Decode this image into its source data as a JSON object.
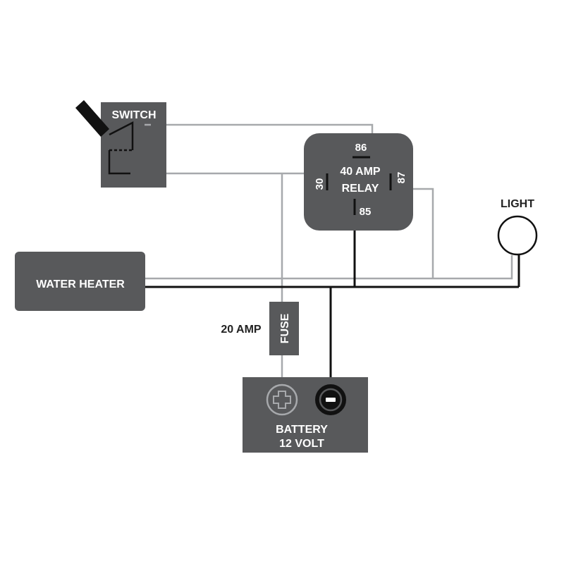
{
  "colors": {
    "box": "#58595b",
    "wire_positive": "#a7a9ac",
    "wire_ground": "#111111",
    "text_on_box": "#ffffff",
    "text_outside": "#222222"
  },
  "switch": {
    "label": "SWITCH"
  },
  "relay": {
    "title_line1": "40 AMP",
    "title_line2": "RELAY",
    "pins": {
      "p86": "86",
      "p30": "30",
      "p87": "87",
      "p85": "85"
    }
  },
  "light": {
    "label": "LIGHT"
  },
  "water_heater": {
    "label": "WATER HEATER"
  },
  "fuse": {
    "label": "FUSE",
    "rating": "20 AMP"
  },
  "battery": {
    "line1": "BATTERY",
    "line2": "12 VOLT",
    "positive_icon": "plus-terminal-icon",
    "negative_icon": "minus-terminal-icon"
  }
}
